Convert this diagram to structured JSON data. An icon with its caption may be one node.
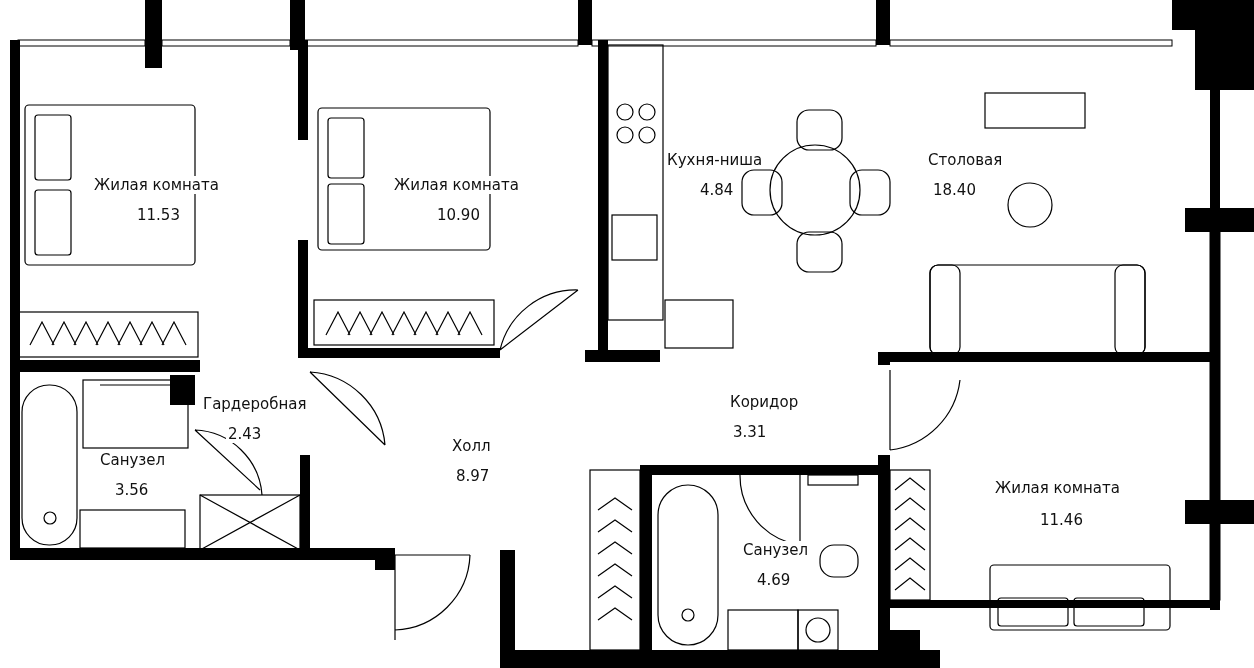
{
  "diagram": {
    "labels": [
      "Жилая комната",
      "11.53",
      "Жилая комната",
      "10.90",
      "Кухня-ниша",
      "4.84",
      "Столовая",
      "18.40",
      "Гардеробная",
      "2.43",
      "Коридор",
      "3.31",
      "Холл",
      "8.97",
      "Санузел",
      "3.56",
      "Жилая комната",
      "11.46",
      "Санузел",
      "4.69"
    ]
  }
}
